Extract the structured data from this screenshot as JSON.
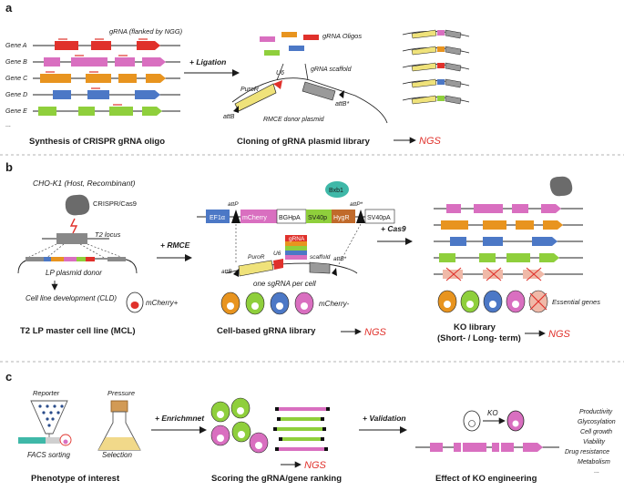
{
  "panel_a": {
    "letter": "a",
    "flank_note": "gRNA (flanked by NGG)",
    "genes": [
      "Gene A",
      "Gene B",
      "Gene C",
      "Gene D",
      "Gene E",
      "..."
    ],
    "oligo_label": "gRNA Oligos",
    "ligation": "+ Ligation",
    "puror": "PuroR",
    "u6": "U6",
    "scaffold": "gRNA scaffold",
    "attb": "attB",
    "attb_star": "attB*",
    "donor": "RMCE donor plasmid",
    "caption_left": "Synthesis of CRISPR gRNA oligo",
    "caption_mid": "Cloning of gRNA plasmid library",
    "ngs": "NGS"
  },
  "panel_b": {
    "letter": "b",
    "host": "CHO-K1 (Host, Recombinant)",
    "cas9": "CRISPR/Cas9",
    "locus": "T2 locus",
    "lp_donor": "LP plasmid donor",
    "cld": "Cell line development (CLD)",
    "mcherry_pos": "mCherry+",
    "caption_left": "T2 LP master cell line (MCL)",
    "rmce": "+ RMCE",
    "bxb1": "Bxb1",
    "attp": "attP",
    "attp_star": "attP*",
    "attb": "attB",
    "attb_star": "attB*",
    "boxes": [
      "EF1α",
      "mCherry",
      "BGHpA",
      "SV40p",
      "HygR",
      "SV40pA"
    ],
    "puror": "PuroR",
    "u6": "U6",
    "grna": "gRNA",
    "scaffold": "scaffold",
    "one_sgrna": "one sgRNA per cell",
    "mcherry_neg": "mCherry-",
    "caption_mid": "Cell-based gRNA library",
    "ngs": "NGS",
    "cas9_add": "+ Cas9",
    "essential": "Essential genes",
    "caption_right_1": "KO library",
    "caption_right_2": "(Short- / Long- term)"
  },
  "panel_c": {
    "letter": "c",
    "reporter": "Reporter",
    "pressure": "Pressure",
    "facs": "FACS sorting",
    "selection": "Selection",
    "caption_left": "Phenotype of interest",
    "enrichment": "+ Enrichmnet",
    "caption_mid": "Scoring the gRNA/gene ranking",
    "ngs": "NGS",
    "validation": "+ Validation",
    "ko": "KO",
    "effects": [
      "Productivity",
      "Glycosylation",
      "Cell growth",
      "Viability",
      "Drug resistance",
      "Metabolism",
      "..."
    ],
    "caption_right": "Effect of KO engineering"
  },
  "colors": {
    "red": "#e0312b",
    "orange": "#e8941f",
    "pink": "#d96fc0",
    "blue": "#4c78c6",
    "green": "#8fcf3c",
    "teal": "#3fb8a8",
    "yellow": "#efe27a",
    "gray": "#8a8a8a"
  }
}
